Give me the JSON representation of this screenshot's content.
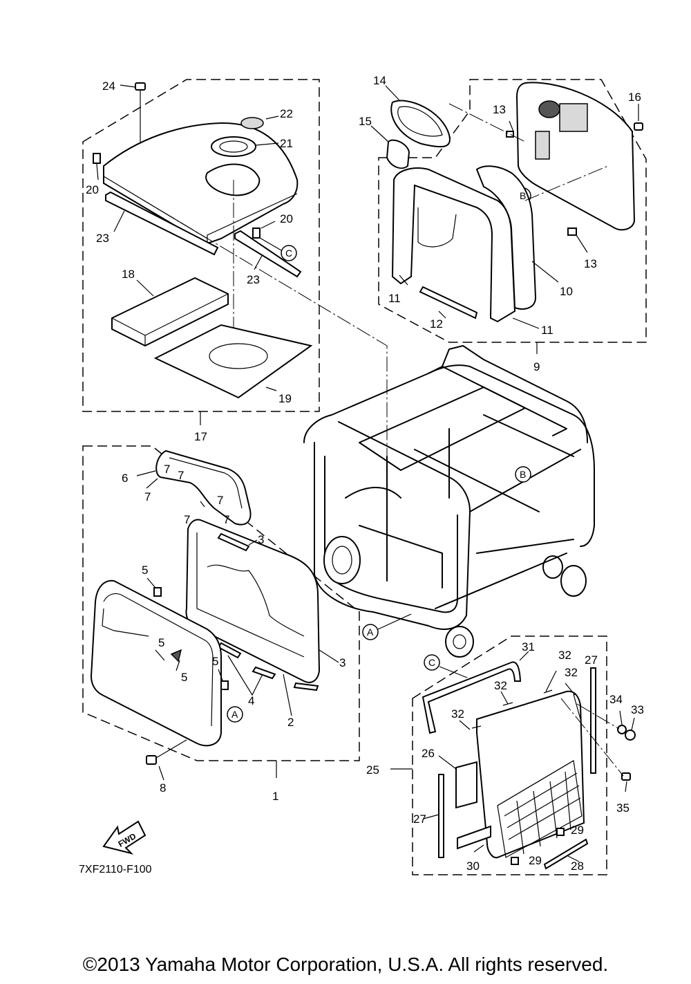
{
  "diagram": {
    "code": "7XF2110-F100",
    "copyright": "©2013 Yamaha Motor Corporation, U.S.A. All rights reserved.",
    "fwd_label": "FWD",
    "part_labels": {
      "p1": "1",
      "p2": "2",
      "p3a": "3",
      "p3b": "3",
      "p4": "4",
      "p5a": "5",
      "p5b": "5",
      "p5c": "5",
      "p5d": "5",
      "p6": "6",
      "p7a": "7",
      "p7b": "7",
      "p7c": "7",
      "p7d": "7",
      "p7e": "7",
      "p7f": "7",
      "p8": "8",
      "p9": "9",
      "p10": "10",
      "p11a": "11",
      "p11b": "11",
      "p12": "12",
      "p13a": "13",
      "p13b": "13",
      "p14": "14",
      "p15": "15",
      "p16": "16",
      "p17": "17",
      "p18": "18",
      "p19": "19",
      "p20a": "20",
      "p20b": "20",
      "p21": "21",
      "p22": "22",
      "p23a": "23",
      "p23b": "23",
      "p24": "24",
      "p25": "25",
      "p26": "26",
      "p27a": "27",
      "p27b": "27",
      "p28": "28",
      "p29a": "29",
      "p29b": "29",
      "p30": "30",
      "p31": "31",
      "p32a": "32",
      "p32b": "32",
      "p32c": "32",
      "p32d": "32",
      "p33": "33",
      "p34": "34",
      "p35": "35"
    },
    "reference_marks": {
      "a1": "A",
      "a2": "A",
      "b1": "B",
      "b2": "B",
      "c1": "C",
      "c2": "C"
    }
  }
}
